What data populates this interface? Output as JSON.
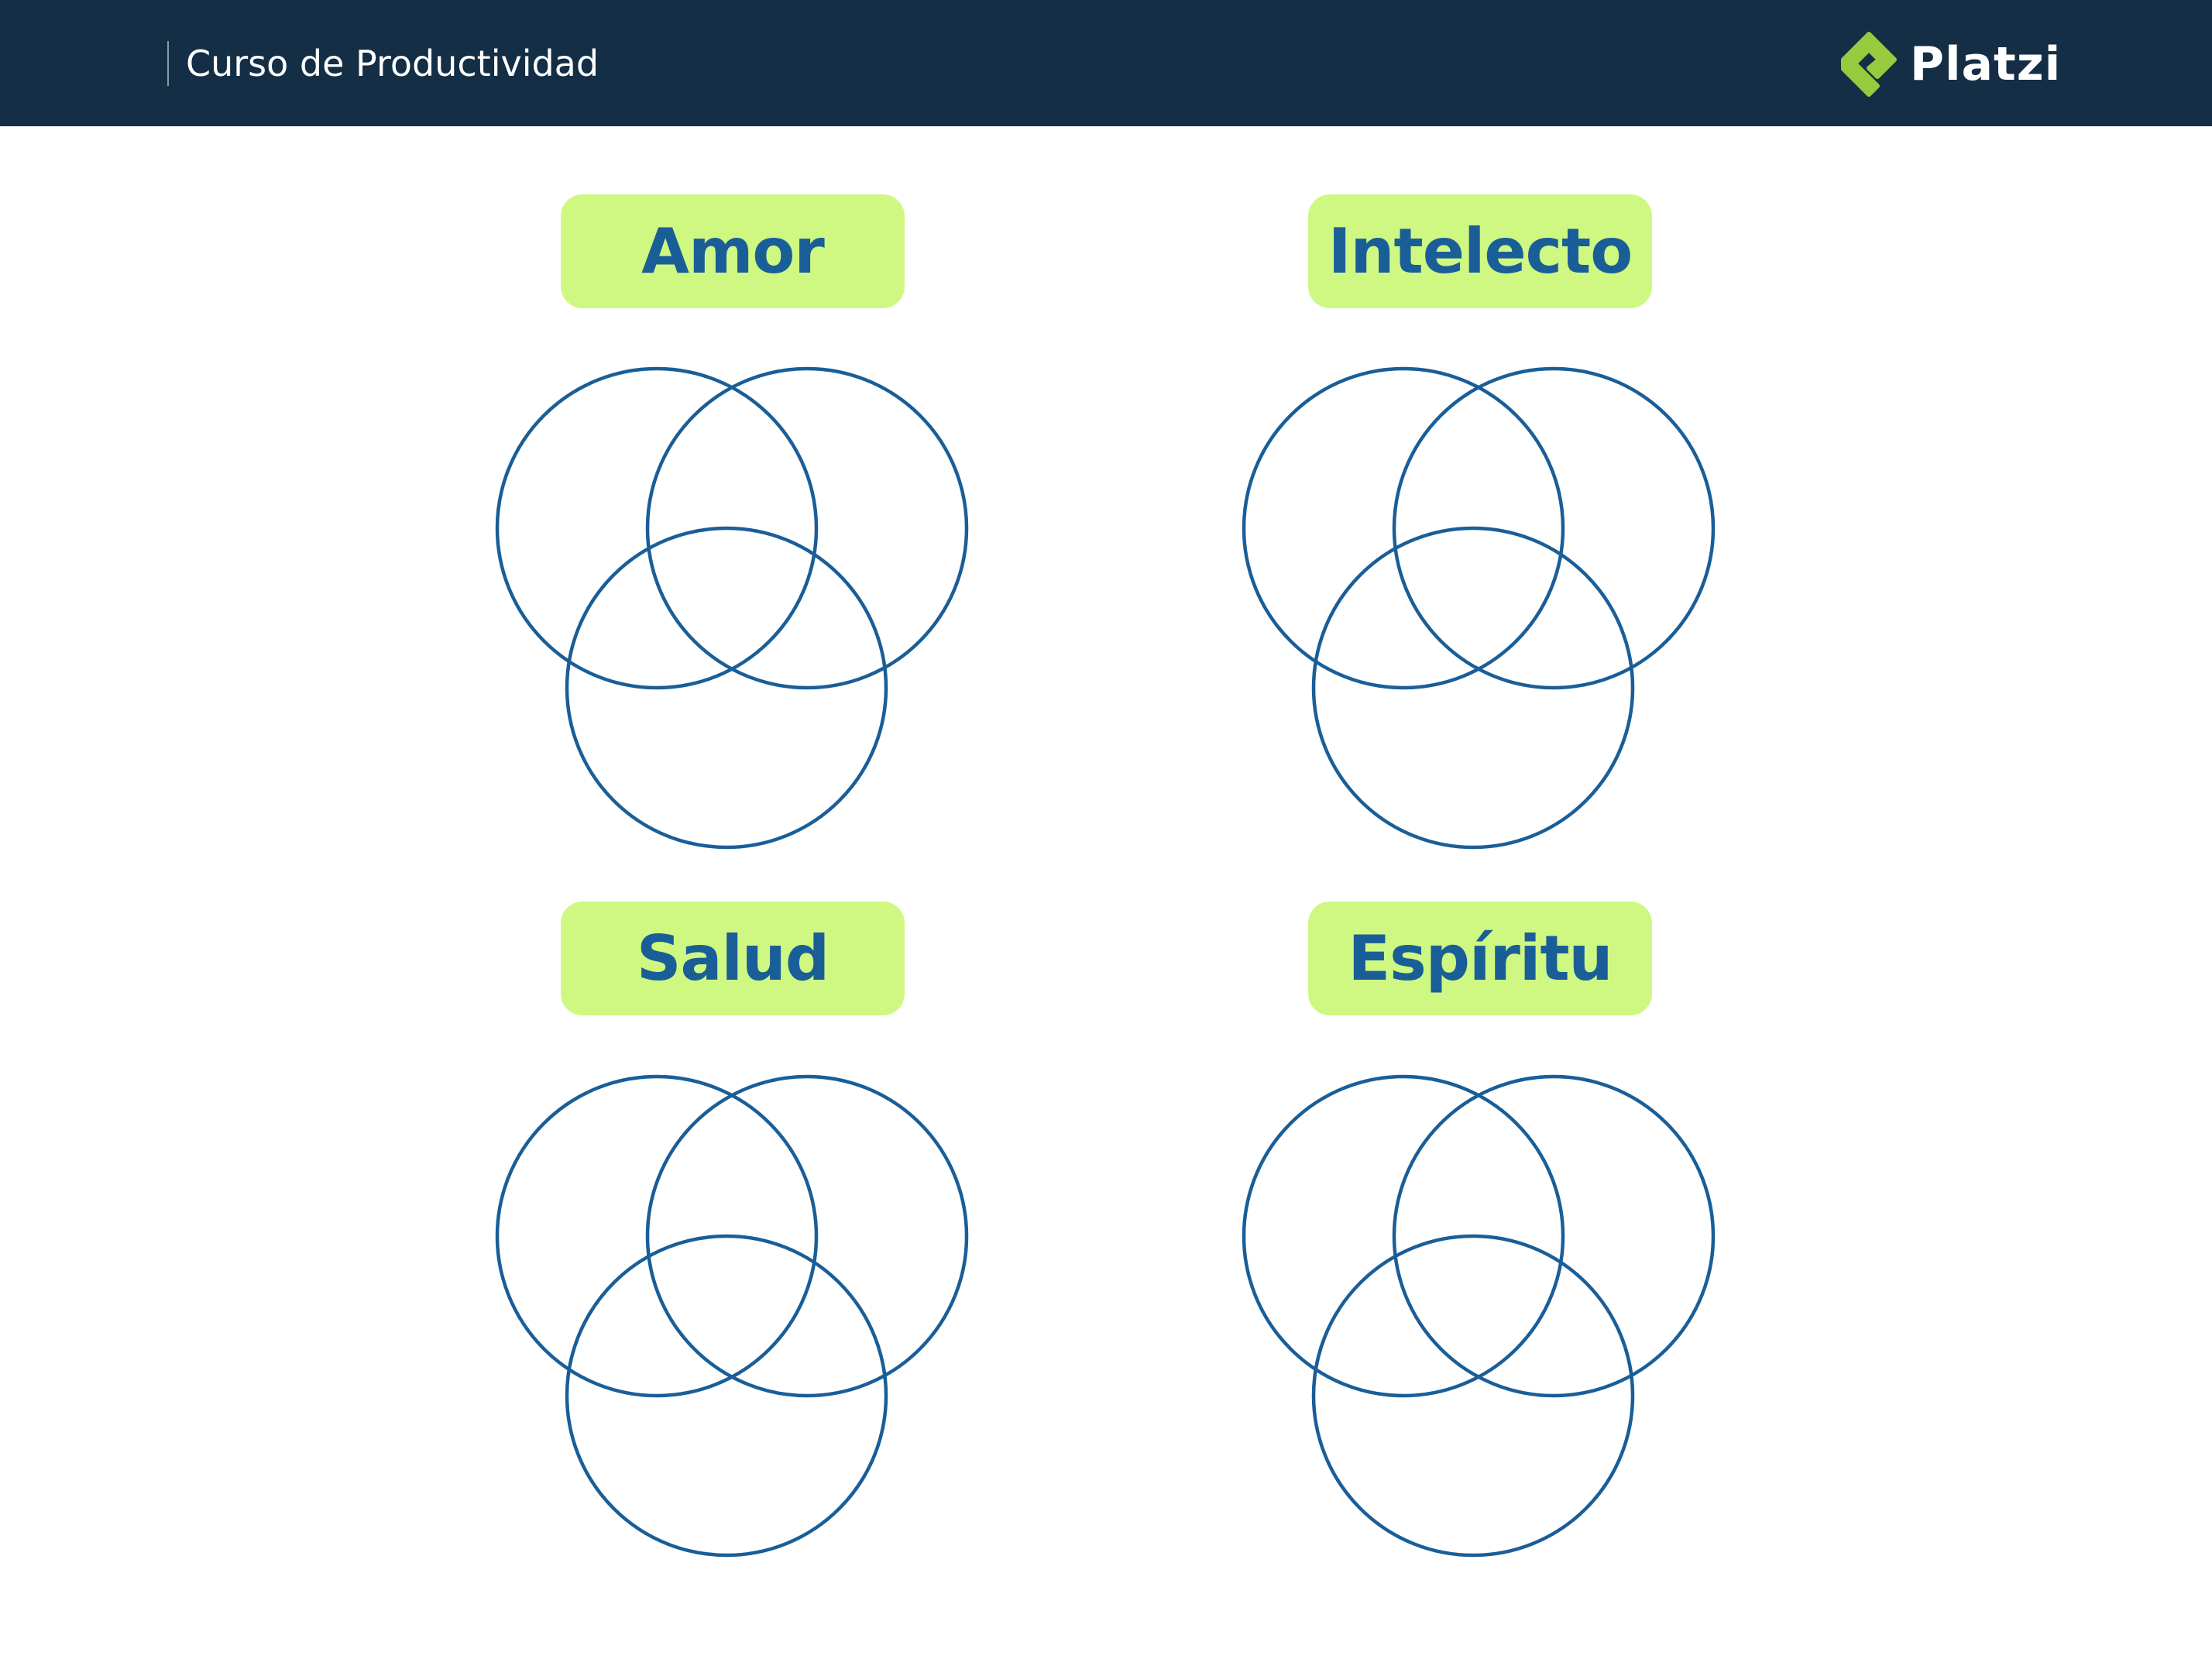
{
  "header": {
    "course_title": "Curso de Productividad",
    "brand": {
      "name": "Platzi",
      "logo_icon": "platzi-logo-icon",
      "logo_color": "#98ca3f"
    },
    "background_color": "#132e45"
  },
  "areas": [
    {
      "label": "Amor"
    },
    {
      "label": "Intelecto"
    },
    {
      "label": "Salud"
    },
    {
      "label": "Espíritu"
    }
  ],
  "colors": {
    "label_background": "#cff882",
    "accent_blue": "#1a5e98"
  }
}
